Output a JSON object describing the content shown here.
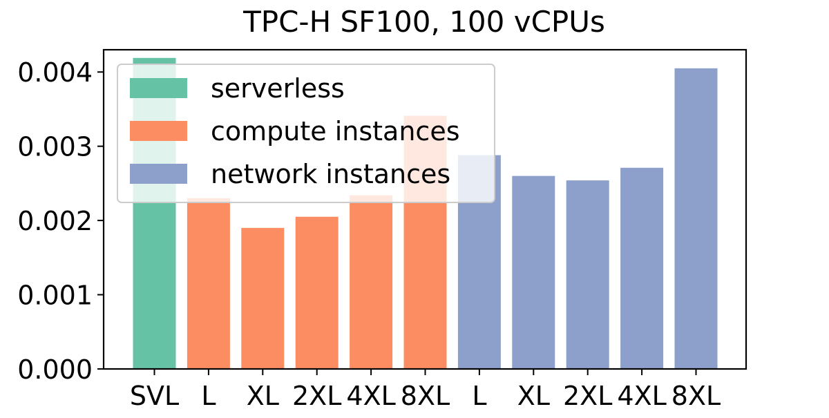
{
  "chart_data": {
    "type": "bar",
    "title": "TPC-H SF100, 100 vCPUs",
    "xlabel": "",
    "ylabel": "",
    "ylim": [
      0,
      0.0043
    ],
    "yticks": [
      "0.000",
      "0.001",
      "0.002",
      "0.003",
      "0.004"
    ],
    "ytick_values": [
      0,
      0.001,
      0.002,
      0.003,
      0.004
    ],
    "categories": [
      "SVL",
      "L",
      "XL",
      "2XL",
      "4XL",
      "8XL",
      "L",
      "XL",
      "2XL",
      "4XL",
      "8XL"
    ],
    "series": [
      {
        "name": "serverless",
        "color": "#66c2a5",
        "indices": [
          0
        ],
        "values": [
          0.00419
        ]
      },
      {
        "name": "compute instances",
        "color": "#fc8d62",
        "indices": [
          1,
          2,
          3,
          4,
          5
        ],
        "values": [
          0.0023,
          0.0019,
          0.00205,
          0.00234,
          0.00341
        ]
      },
      {
        "name": "network instances",
        "color": "#8da0cb",
        "indices": [
          6,
          7,
          8,
          9,
          10
        ],
        "values": [
          0.00288,
          0.0026,
          0.00254,
          0.00271,
          0.00405
        ]
      }
    ],
    "legend": {
      "location": "top-left",
      "items": [
        "serverless",
        "compute instances",
        "network instances"
      ]
    },
    "grid": false
  }
}
